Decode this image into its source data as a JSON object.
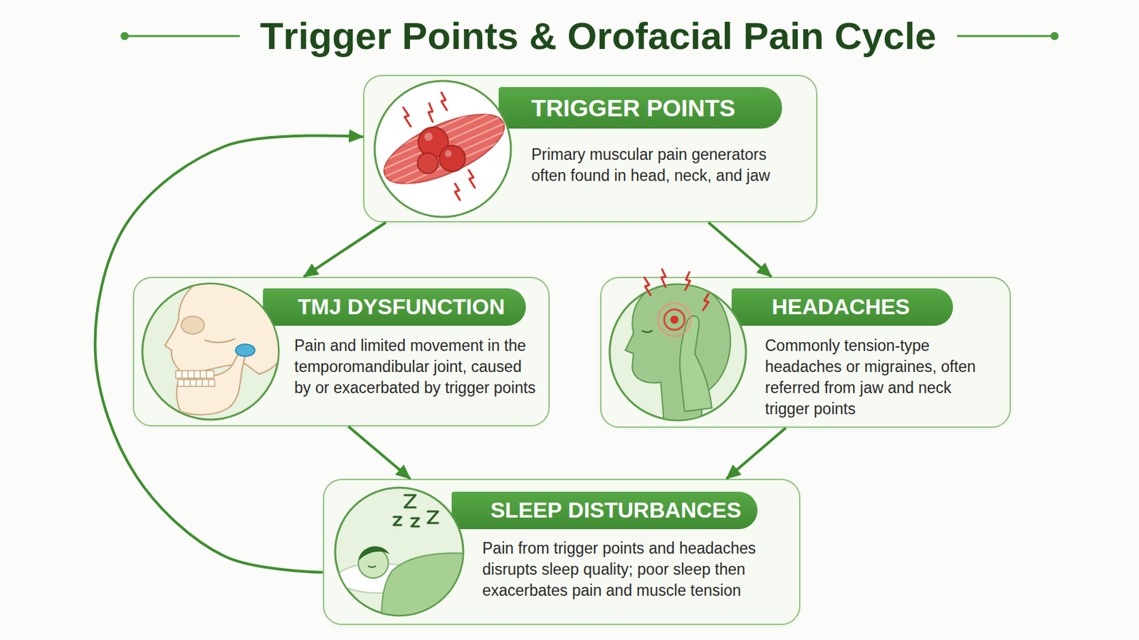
{
  "diagram": {
    "title": "Trigger Points & Orofacial Pain Cycle",
    "nodes": [
      {
        "text": [
          "TRIGGER POINTS",
          "Primary muscular pain generators often found in head, neck, and jaw"
        ]
      },
      {
        "text": [
          "TMJ DYSFUNCTION",
          "Pain and limited movement in the temporomandibular joint, caused by or exacerbated by trigger points"
        ]
      },
      {
        "text": [
          "HEADACHES",
          "Commonly tension-type headaches or migraines, often referred from jaw and neck trigger points"
        ]
      },
      {
        "text": [
          "SLEEP DISTURBANCES",
          "Pain from trigger points and headaches disrupts sleep quality; poor sleep then exacerbates pain and muscle tension"
        ]
      }
    ],
    "edges": [
      {
        "from": 0,
        "to": 1,
        "arrow": "to"
      },
      {
        "from": 0,
        "to": 2,
        "arrow": "to"
      },
      {
        "from": 1,
        "to": 3,
        "arrow": "to"
      },
      {
        "from": 2,
        "to": 3,
        "arrow": "to"
      },
      {
        "from": 3,
        "to": 0,
        "arrow": "to"
      }
    ]
  }
}
